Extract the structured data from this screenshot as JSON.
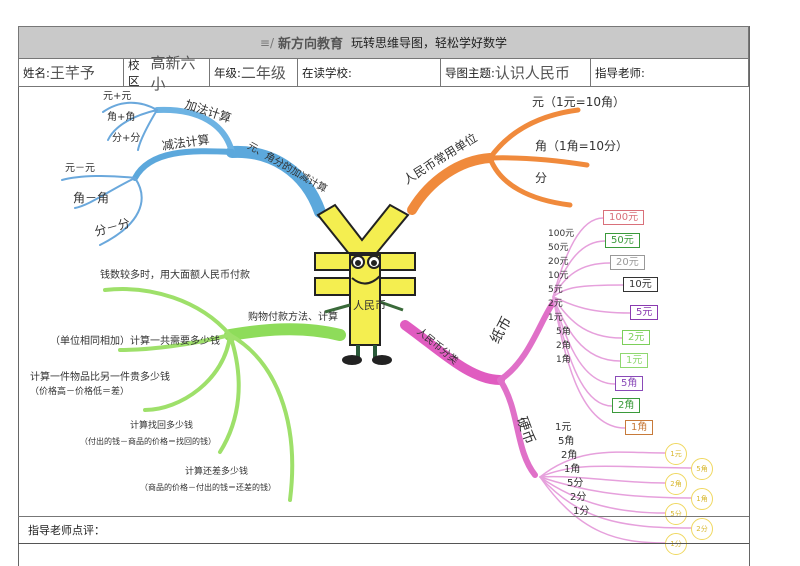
{
  "header": {
    "brand": "新方向教育",
    "slogan": "玩转思维导图，轻松学好数学"
  },
  "info": {
    "name_label": "姓名:",
    "name_value": "王芊予",
    "campus_label": "校区",
    "campus_value": "高新六小",
    "grade_label": "年级:",
    "grade_value": "二年级",
    "school_label": "在读学校:",
    "topic_label": "导图主题:",
    "topic_value": "认识人民币",
    "teacher_label": "指导老师:"
  },
  "center": {
    "label": "人民币"
  },
  "blue": {
    "main": "元、角分的加减计算",
    "add": {
      "label": "加法计算",
      "items": [
        "元+元",
        "角+角",
        "分+分"
      ]
    },
    "sub": {
      "label": "减法计算",
      "items": [
        "元－元",
        "角－角",
        "分－分"
      ]
    }
  },
  "orange": {
    "main": "人民币常用单位",
    "items": [
      "元（1元=10角）",
      "角（1角=10分）",
      "分"
    ]
  },
  "pink": {
    "main": "人民币分类",
    "paper": {
      "label": "纸币",
      "items": [
        "100元",
        "50元",
        "20元",
        "10元",
        "5元",
        "2元",
        "1元",
        "5角",
        "2角",
        "1角"
      ]
    },
    "paper_boxes": [
      {
        "label": "100元",
        "color": "#d9707a"
      },
      {
        "label": "50元",
        "color": "#3a9a3a"
      },
      {
        "label": "20元",
        "color": "#999999"
      },
      {
        "label": "10元",
        "color": "#333333"
      },
      {
        "label": "5元",
        "color": "#8a3ab0"
      },
      {
        "label": "2元",
        "color": "#7ccf5a"
      },
      {
        "label": "1元",
        "color": "#8fd870"
      },
      {
        "label": "5角",
        "color": "#8a4ab8"
      },
      {
        "label": "2角",
        "color": "#3a9a3a"
      },
      {
        "label": "1角",
        "color": "#c77a3a"
      }
    ],
    "coin": {
      "label": "硬币",
      "items": [
        "1元",
        "5角",
        "2角",
        "1角",
        "5分",
        "2分",
        "1分"
      ]
    }
  },
  "green": {
    "main": "购物付款方法、计算",
    "items": [
      "钱数较多时，用大面额人民币付款",
      "（单位相同相加）计算一共需要多少钱",
      "计算一件物品比另一件贵多少钱",
      "（价格高－价格低＝差）",
      "计算找回多少钱",
      "（付出的钱－商品的价格＝找回的钱）",
      "计算还差多少钱",
      "（商品的价格－付出的钱＝还差的钱）"
    ]
  },
  "footer": {
    "comment_label": "指导老师点评："
  }
}
